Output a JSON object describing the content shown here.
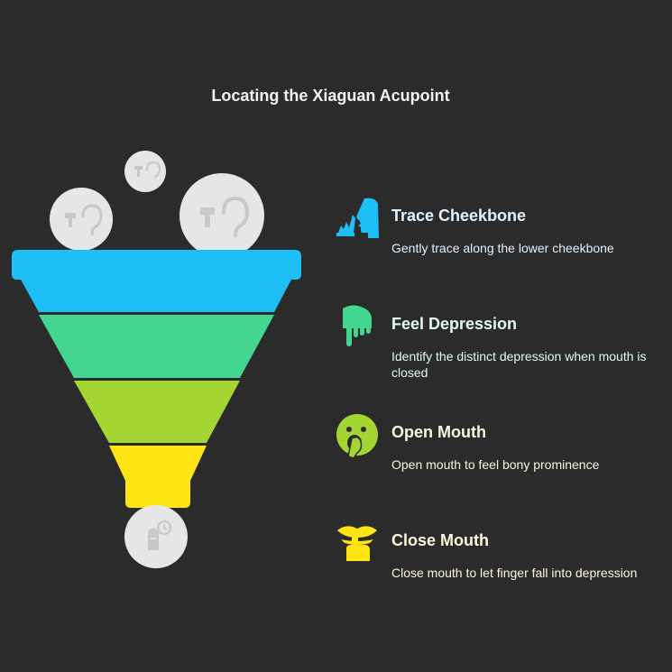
{
  "title": "Locating the Xiaguan Acupoint",
  "colors": {
    "background": "#2b2b2b",
    "tier1": "#1ebff5",
    "tier2": "#42d690",
    "tier3": "#a4d633",
    "tier4": "#ffe414",
    "bubble": "#e6e6e6"
  },
  "steps": [
    {
      "heading": "Trace Cheekbone",
      "description": "Gently trace along the lower cheekbone",
      "icon": "face-profile-icon",
      "color": "#1ebff5"
    },
    {
      "heading": "Feel Depression",
      "description": "Identify the distinct depression when mouth is closed",
      "icon": "finger-press-icon",
      "color": "#42d690"
    },
    {
      "heading": "Open Mouth",
      "description": "Open mouth to feel bony prominence",
      "icon": "open-mouth-face-icon",
      "color": "#a4d633"
    },
    {
      "heading": "Close Mouth",
      "description": "Close mouth to let finger fall into depression",
      "icon": "closed-mouth-finger-icon",
      "color": "#ffe414"
    }
  ],
  "funnel_icons": [
    "ear-acupoint-icon",
    "ear-acupoint-icon",
    "ear-acupoint-icon",
    "finger-timer-icon"
  ]
}
